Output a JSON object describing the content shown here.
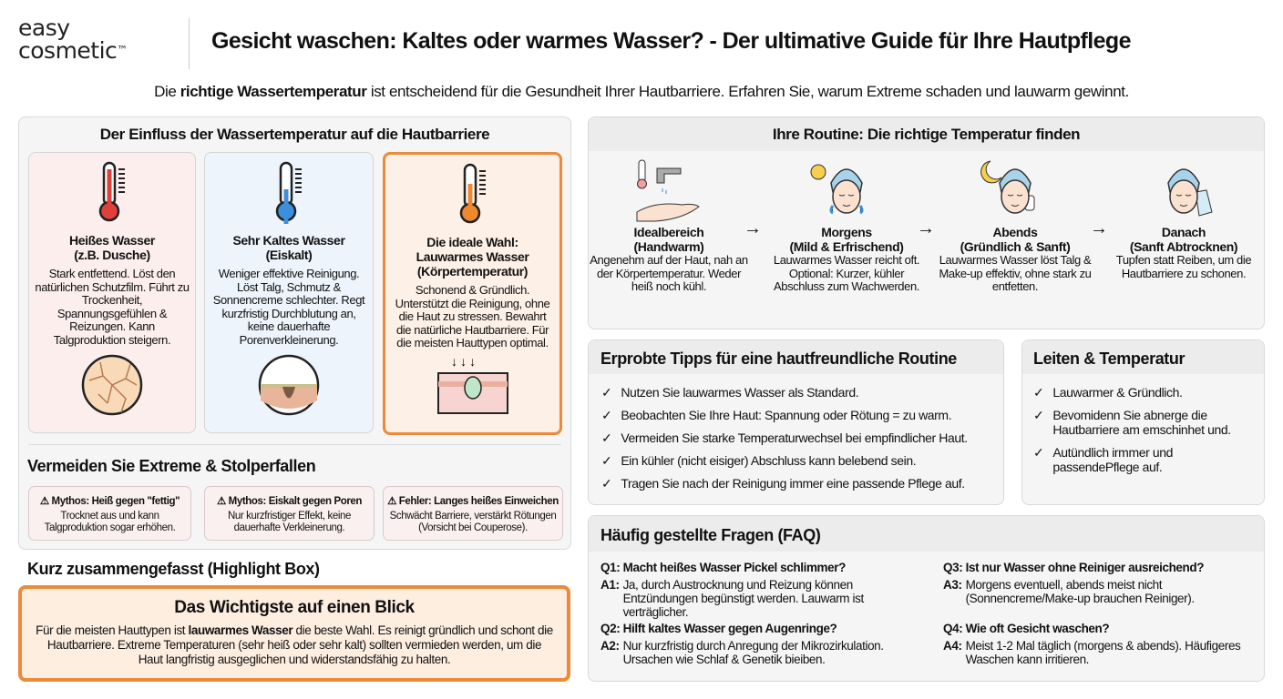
{
  "header": {
    "logo": {
      "line1": "easy",
      "line2": "cosmetic",
      "tm": "™"
    },
    "title": "Gesicht waschen: Kaltes oder warmes Wasser? - Der ultimative Guide für Ihre Hautpflege",
    "subtitle": {
      "pre": "Die ",
      "bold": "richtige Wassertemperatur",
      "post": " ist entscheidend für die Gesundheit Ihrer Hautbarriere. Erfahren Sie, warum Extreme schaden und lauwarm gewinnt."
    }
  },
  "influence": {
    "title": "Der Einfluss der Wassertemperatur auf die Hautbarriere",
    "cards": [
      {
        "title": "Heißes Wasser\n(z.B. Dusche)",
        "text": "Stark entfettend. Löst den natürlichen Schutzfilm. Führt zu Trockenheit, Spannungsgefühlen & Reizungen. Kann Talgproduktion steigern.",
        "color": "#e0403a",
        "icon": "thermometer-hot-icon"
      },
      {
        "title": "Sehr Kaltes Wasser\n(Eiskalt)",
        "text": "Weniger effektive Reinigung. Löst Talg, Schmutz & Sonnencreme schlechter. Regt kurzfristig Durchblutung an, keine dauerhafte Porenverkleinerung.",
        "color": "#3c8fdd",
        "icon": "thermometer-cold-icon"
      },
      {
        "title": "Die ideale Wahl:\nLauwarmes Wasser\n(Körpertemperatur)",
        "text": "Schonend & Gründlich. Unterstützt die Reinigung, ohne die Haut zu stressen. Bewahrt die natürliche Hautbarriere. Für die meisten Hauttypen optimal.",
        "color": "#f0892e",
        "icon": "thermometer-warm-icon"
      }
    ]
  },
  "pitfalls": {
    "title": "Vermeiden Sie Extreme & Stolperfallen",
    "items": [
      {
        "title": "⚠ Mythos: Heiß gegen \"fettig\"",
        "text": "Trocknet aus und kann Talgproduktion sogar erhöhen."
      },
      {
        "title": "⚠ Mythos: Eiskalt gegen Poren",
        "text": "Nur kurzfristiger Effekt, keine dauerhafte Verkleinerung."
      },
      {
        "title": "⚠ Fehler: Langes heißes Einweichen",
        "text": "Schwächt Barriere, verstärkt Rötungen (Vorsicht bei Couperose)."
      }
    ]
  },
  "summary": {
    "heading": "Kurz zusammengefasst (Highlight Box)",
    "title": "Das Wichtigste auf einen Blick",
    "pre": "Für die meisten Hauttypen ist ",
    "bold": "lauwarmes Wasser",
    "post": " die beste Wahl. Es reinigt gründlich und schont die Hautbarriere. Extreme Temperaturen (sehr heiß oder sehr kalt) sollten vermieden werden, um die Haut langfristig ausgeglichen und widerstandsfähig zu halten."
  },
  "routine": {
    "title": "Ihre Routine: Die richtige Temperatur finden",
    "arrow": "→",
    "steps": [
      {
        "title": "Idealbereich\n(Handwarm)",
        "text": "Angenehm auf der Haut, nah an der Körpertemperatur. Weder heiß noch kühl."
      },
      {
        "title": "Morgens\n(Mild & Erfrischend)",
        "text": "Lauwarmes Wasser reicht oft. Optional: Kurzer, kühler Abschluss zum Wachwerden."
      },
      {
        "title": "Abends\n(Gründlich & Sanft)",
        "text": "Lauwarmes Wasser löst Talg & Make-up effektiv, ohne stark zu entfetten."
      },
      {
        "title": "Danach\n(Sanft Abtrocknen)",
        "text": "Tupfen statt Reiben, um die Hautbarriere zu schonen."
      }
    ]
  },
  "tips": {
    "title": "Erprobte Tipps für eine hautfreundliche Routine",
    "check": "✓",
    "items": [
      "Nutzen Sie lauwarmes Wasser als Standard.",
      "Beobachten Sie Ihre Haut: Spannung oder Rötung = zu warm.",
      "Vermeiden Sie starke Temperaturwechsel bei empfindlicher Haut.",
      "Ein kühler (nicht eisiger) Abschluss kann belebend sein.",
      "Tragen Sie nach der Reinigung immer eine passende Pflege auf."
    ]
  },
  "guide": {
    "title": "Leiten & Temperatur",
    "items": [
      "Lauwarmer & Gründlich.",
      "Bevomidenn Sie abnerge die Hautbarriere am emschinhet und.",
      "Autündlich irmmer und passendePflege auf."
    ]
  },
  "faq": {
    "title": "Häufig gestellte Fragen (FAQ)",
    "items": [
      {
        "q": "Q1: Macht heißes Wasser Pickel schlimmer?",
        "al": "A1:",
        "a": "Ja, durch Austrocknung und Reizung können Entzündungen begünstigt werden. Lauwarm ist verträglicher."
      },
      {
        "q": "Q2: Hilft kaltes Wasser gegen Augenringe?",
        "al": "A2:",
        "a": "Nur kurzfristig durch Anregung der Mikrozirkulation. Ursachen wie Schlaf & Genetik bieiben."
      },
      {
        "q": "Q3: Ist nur Wasser ohne Reiniger ausreichend?",
        "al": "A3:",
        "a": "Morgens eventuell, abends meist nicht (Sonnencreme/Make-up brauchen Reiniger)."
      },
      {
        "q": "Q4: Wie oft Gesicht waschen?",
        "al": "A4:",
        "a": "Meist 1-2 Mal täglich (morgens & abends). Häufigeres Waschen kann irritieren."
      }
    ]
  },
  "colors": {
    "accent": "#ec8a3a",
    "hot": "#e0403a",
    "cold": "#3c8fdd"
  }
}
